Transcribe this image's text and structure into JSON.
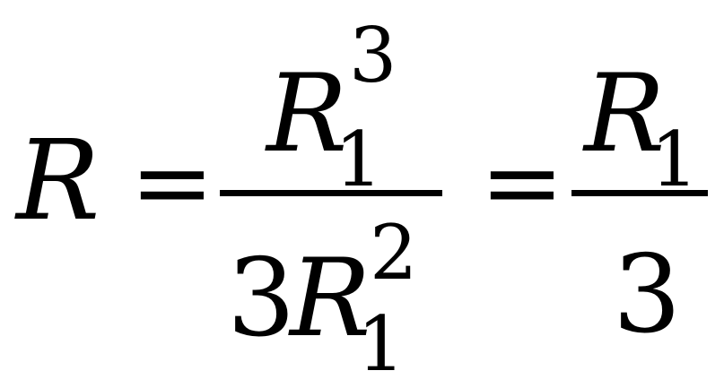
{
  "equation": {
    "lhs": "R",
    "equals_1": "=",
    "fraction_1": {
      "numerator_base": "R",
      "numerator_subscript": "1",
      "numerator_superscript": "3",
      "denominator_coefficient": "3",
      "denominator_base": "R",
      "denominator_subscript": "1",
      "denominator_superscript": "2"
    },
    "equals_2": "=",
    "fraction_2": {
      "numerator_base": "R",
      "numerator_subscript": "1",
      "denominator": "3"
    }
  }
}
